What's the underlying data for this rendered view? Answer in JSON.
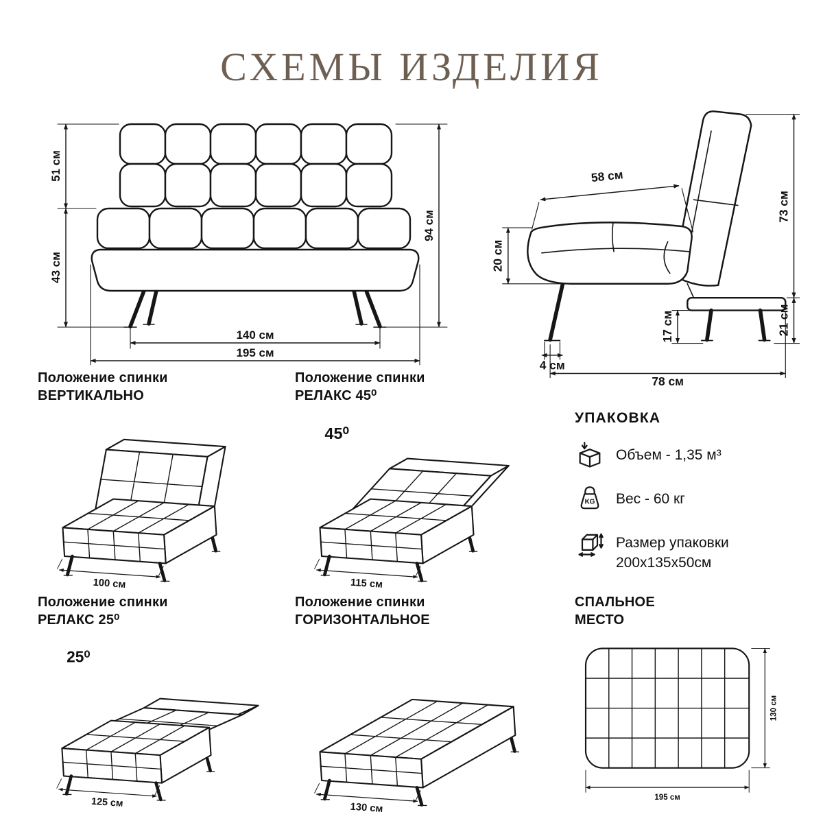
{
  "title": "СХЕМЫ ИЗДЕЛИЯ",
  "front_view": {
    "dim_back_height": "51 см",
    "dim_seat_height": "43 см",
    "dim_total_height": "94 см",
    "dim_leg_span": "140 см",
    "dim_total_width": "195 см"
  },
  "side_view": {
    "dim_seat_depth": "58 см",
    "dim_back_height": "73 см",
    "dim_seat_front_height": "20 см",
    "dim_leg_height": "17 см",
    "dim_base_height": "21 см",
    "dim_foot": "4 см",
    "dim_base_depth": "78 см"
  },
  "positions": {
    "vertical": {
      "heading1": "Положение спинки",
      "heading2": "ВЕРТИКАЛЬНО",
      "depth": "100 см"
    },
    "relax45": {
      "heading1": "Положение спинки",
      "heading2": "РЕЛАКС 45⁰",
      "angle": "45⁰",
      "depth": "115 см"
    },
    "relax25": {
      "heading1": "Положение спинки",
      "heading2": "РЕЛАКС 25⁰",
      "angle": "25⁰",
      "depth": "125 см"
    },
    "horizontal": {
      "heading1": "Положение спинки",
      "heading2": "ГОРИЗОНТАЛЬНОЕ",
      "depth": "130 см"
    }
  },
  "packaging": {
    "title": "УПАКОВКА",
    "volume": "Объем - 1,35 м³",
    "weight": "Вес - 60 кг",
    "weight_icon_label": "KG",
    "size_label": "Размер упаковки",
    "size_value": "200х135х50см"
  },
  "sleeping": {
    "heading1": "СПАЛЬНОЕ",
    "heading2": "МЕСТО",
    "dim_depth": "130 см",
    "dim_width": "195 см"
  }
}
